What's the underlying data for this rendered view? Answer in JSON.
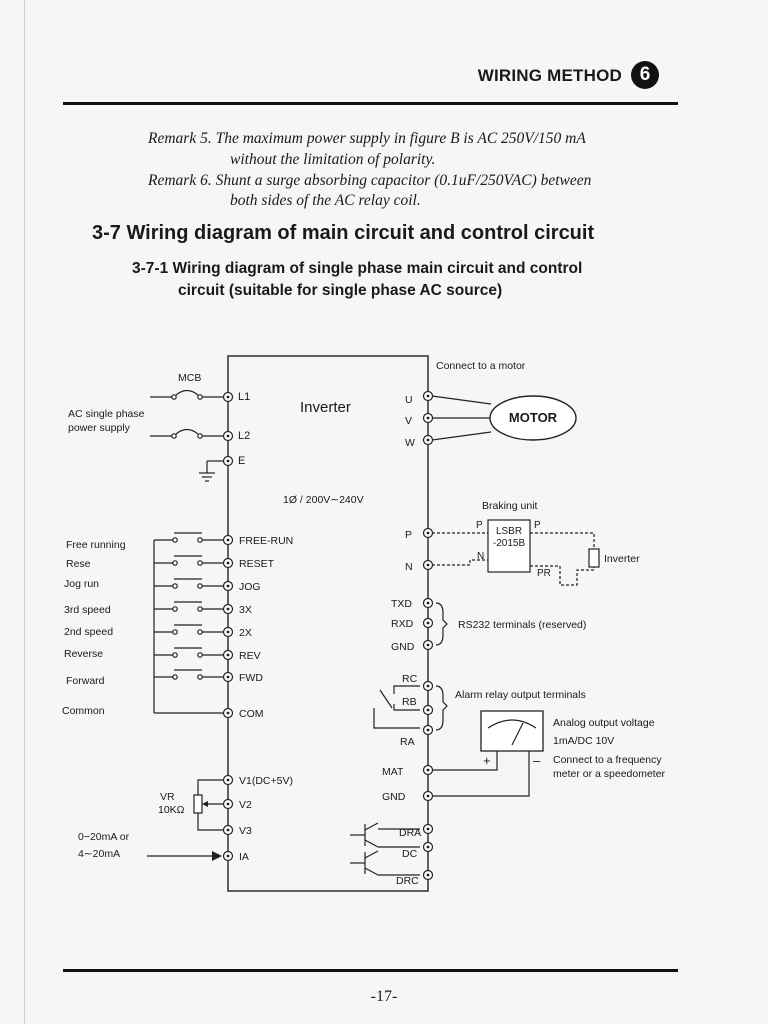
{
  "header": {
    "title": "WIRING METHOD",
    "chapter_badge": "6"
  },
  "remarks": [
    "Remark 5. The maximum power supply in figure B is AC 250V/150 mA",
    "without the limitation of polarity.",
    "Remark 6. Shunt a surge absorbing capacitor (0.1uF/250VAC) between",
    "both sides of the AC relay coil."
  ],
  "section": {
    "heading": "3-7 Wiring diagram of main circuit and control circuit",
    "subheading_line1": "3-7-1 Wiring diagram of single phase main circuit and control",
    "subheading_line2": "circuit (suitable for single phase AC source)"
  },
  "diagram": {
    "inverter_label": "Inverter",
    "supply_spec": "1Ø / 200V∼240V",
    "mcb_label": "MCB",
    "power_supply_line1": "AC single phase",
    "power_supply_line2": "power supply",
    "power_terminals": [
      "L1",
      "L2",
      "E"
    ],
    "motor_caption": "Connect to a motor",
    "motor_label": "MOTOR",
    "motor_terminals": [
      "U",
      "V",
      "W"
    ],
    "braking": {
      "caption": "Braking unit",
      "unit_line1": "LSBR",
      "unit_line2": "-2015B",
      "p_label": "P",
      "n_label": "N",
      "pr_label": "PR",
      "inverter_label": "Inverter",
      "terminals": [
        "P",
        "N"
      ]
    },
    "rs232": {
      "terminals": [
        "TXD",
        "RXD",
        "GND"
      ],
      "label": "RS232 terminals (reserved)"
    },
    "relay": {
      "terminals": [
        "RC",
        "RB",
        "RA"
      ],
      "label": "Alarm relay output terminals"
    },
    "analog": {
      "terminals": [
        "MAT",
        "GND"
      ],
      "label_line1": "Analog output voltage",
      "label_line2": "1mA/DC 10V",
      "meter_line1": "Connect to a frequency",
      "meter_line2": "meter or a speedometer",
      "plus": "+",
      "minus": "–"
    },
    "outputs": [
      "DRA",
      "DC",
      "DRC"
    ],
    "inputs": [
      {
        "label": "Free running",
        "terminal": "FREE-RUN"
      },
      {
        "label": "Rese",
        "terminal": "RESET"
      },
      {
        "label": "Jog run",
        "terminal": "JOG"
      },
      {
        "label": "3rd speed",
        "terminal": "3X"
      },
      {
        "label": "2nd speed",
        "terminal": "2X"
      },
      {
        "label": "Reverse",
        "terminal": "REV"
      },
      {
        "label": "Forward",
        "terminal": "FWD"
      },
      {
        "label": "Common",
        "terminal": "COM"
      }
    ],
    "analog_inputs": {
      "terminals": [
        "V1(DC+5V)",
        "V2",
        "V3",
        "IA"
      ],
      "vr_label": "VR",
      "vr_value": "10KΩ",
      "current_line1": "0−20mA or",
      "current_line2": "4∼20mA"
    }
  },
  "page_number": "-17-"
}
